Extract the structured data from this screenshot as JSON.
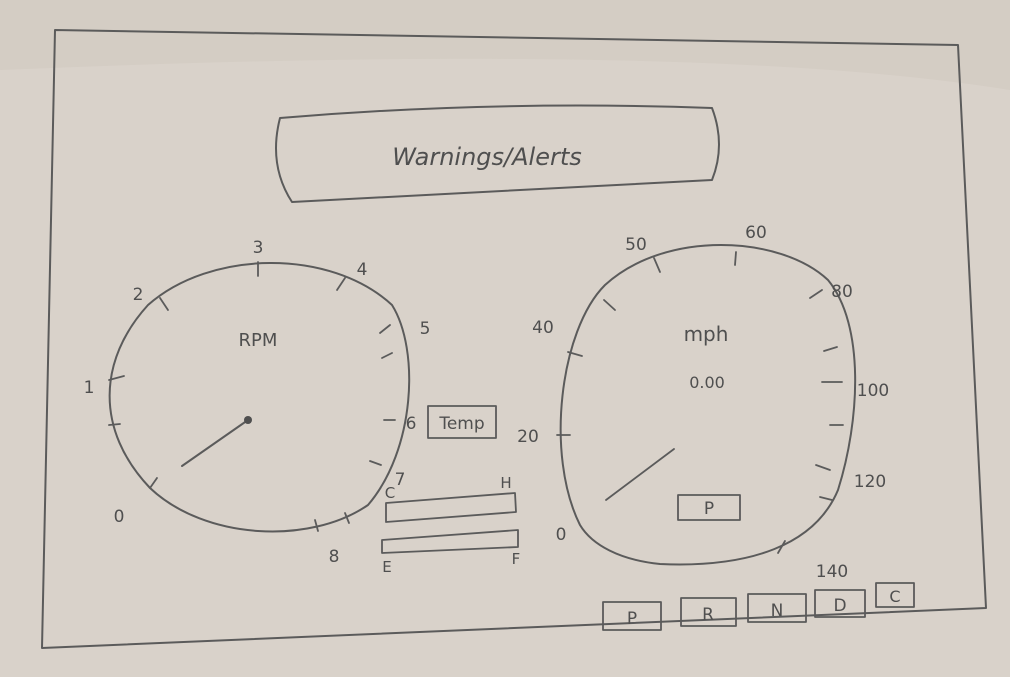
{
  "alerts_banner": {
    "label": "Warnings/Alerts"
  },
  "rpm_gauge": {
    "title": "RPM",
    "ticks": [
      "0",
      "1",
      "2",
      "3",
      "4",
      "5",
      "6",
      "7",
      "8"
    ]
  },
  "temp_indicator": {
    "label": "Temp"
  },
  "temp_gauge": {
    "low_label": "C",
    "high_label": "H"
  },
  "fuel_gauge": {
    "low_label": "E",
    "high_label": "F"
  },
  "speed_gauge": {
    "title": "mph",
    "readout": "0.00",
    "gear_indicator": "P",
    "ticks": [
      "0",
      "20",
      "40",
      "50",
      "60",
      "80",
      "100",
      "120",
      "140"
    ]
  },
  "gear_selector": {
    "options": [
      "P",
      "R",
      "N",
      "D",
      "C"
    ]
  },
  "colors": {
    "paper": "#d9d2ca",
    "pencil": "#5b5b5b"
  }
}
